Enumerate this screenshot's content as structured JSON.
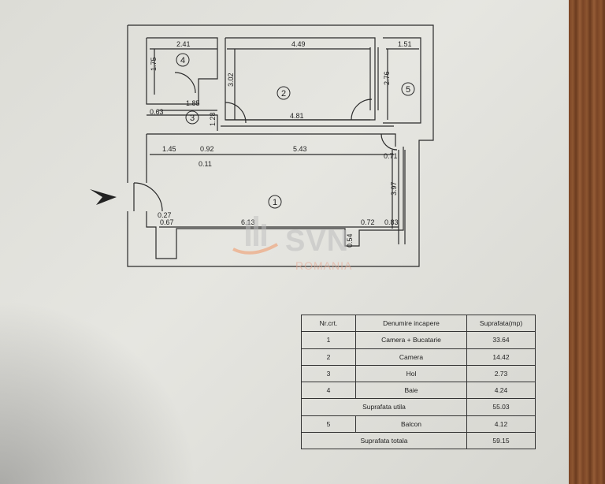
{
  "dims": {
    "d241": "2.41",
    "d449": "4.49",
    "d151": "1.51",
    "d175": "1.75",
    "d302": "3.02",
    "d276": "2.76",
    "d185": "1.85",
    "d063": "0.63",
    "d128": "1.28",
    "d481": "4.81",
    "d145": "1.45",
    "d092": "0.92",
    "d543": "5.43",
    "d011": "0.11",
    "d071": "0.71",
    "d397": "3.97",
    "d027": "0.27",
    "d067": "0.67",
    "d613": "6.13",
    "d072": "0.72",
    "d083": "0.83",
    "d054": "0.54"
  },
  "rooms": [
    "1",
    "2",
    "3",
    "4",
    "5"
  ],
  "watermark": {
    "main": "SVN",
    "sub": "ROMANIA"
  },
  "legend": {
    "headers": [
      "Nr.crt.",
      "Denumire incapere",
      "Suprafata(mp)"
    ],
    "rows": [
      {
        "nr": "1",
        "name": "Camera + Bucatarie",
        "area": "33.64"
      },
      {
        "nr": "2",
        "name": "Camera",
        "area": "14.42"
      },
      {
        "nr": "3",
        "name": "Hol",
        "area": "2.73"
      },
      {
        "nr": "4",
        "name": "Baie",
        "area": "4.24"
      }
    ],
    "util_label": "Suprafata utila",
    "util_value": "55.03",
    "balcon": {
      "nr": "5",
      "name": "Balcon",
      "area": "4.12"
    },
    "total_label": "Suprafata totala",
    "total_value": "59.15"
  }
}
